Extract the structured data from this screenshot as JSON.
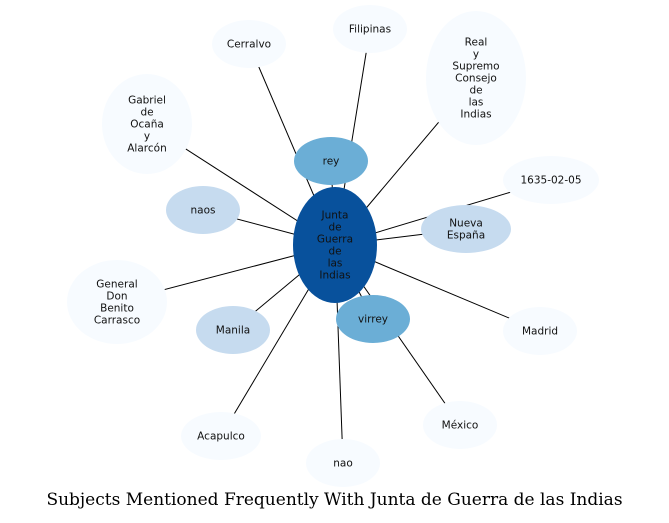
{
  "caption": "Subjects Mentioned Frequently With Junta de Guerra de las Indias",
  "colors": {
    "center": "#08519c",
    "strong": "#6baed6",
    "medium": "#c6dbef",
    "weak": "#f7fbff",
    "edge": "#000000"
  },
  "center": {
    "id": "junta",
    "label": "Junta\nde\nGuerra\nde\nlas\nIndias"
  },
  "nodes": [
    {
      "id": "rey",
      "label": "rey",
      "tier": "strong"
    },
    {
      "id": "virrey",
      "label": "virrey",
      "tier": "strong"
    },
    {
      "id": "nueva-espana",
      "label": "Nueva\nEspaña",
      "tier": "medium"
    },
    {
      "id": "naos",
      "label": "naos",
      "tier": "medium"
    },
    {
      "id": "manila",
      "label": "Manila",
      "tier": "medium"
    },
    {
      "id": "cerralvo",
      "label": "Cerralvo",
      "tier": "weak"
    },
    {
      "id": "filipinas",
      "label": "Filipinas",
      "tier": "weak"
    },
    {
      "id": "real-supremo",
      "label": "Real\ny\nSupremo\nConsejo\nde\nlas\nIndias",
      "tier": "weak"
    },
    {
      "id": "gabriel",
      "label": "Gabriel\nde\nOcaña\ny\nAlarcón",
      "tier": "weak"
    },
    {
      "id": "date-1635",
      "label": "1635-02-05",
      "tier": "weak"
    },
    {
      "id": "general-don",
      "label": "General\nDon\nBenito\nCarrasco",
      "tier": "weak"
    },
    {
      "id": "madrid",
      "label": "Madrid",
      "tier": "weak"
    },
    {
      "id": "acapulco",
      "label": "Acapulco",
      "tier": "weak"
    },
    {
      "id": "mexico",
      "label": "México",
      "tier": "weak"
    },
    {
      "id": "nao",
      "label": "nao",
      "tier": "weak"
    }
  ]
}
